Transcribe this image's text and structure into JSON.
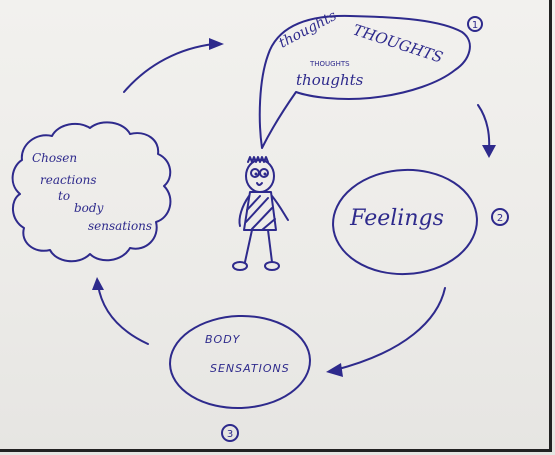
{
  "thought_bubble": {
    "number": "1",
    "words": [
      "thoughts",
      "THOUGHTS",
      "THOUGHTS",
      "thoughts"
    ]
  },
  "feelings": {
    "number": "2",
    "label": "Feelings"
  },
  "body_sensations": {
    "number": "3",
    "line1": "BODY",
    "line2": "SENSATIONS"
  },
  "chosen_reactions": {
    "line1": "Chosen",
    "line2": "reactions",
    "line3": "to",
    "line4": "body",
    "line5": "sensations"
  },
  "colors": {
    "ink": "#2e2a8c",
    "paper": "#efeeeb"
  }
}
